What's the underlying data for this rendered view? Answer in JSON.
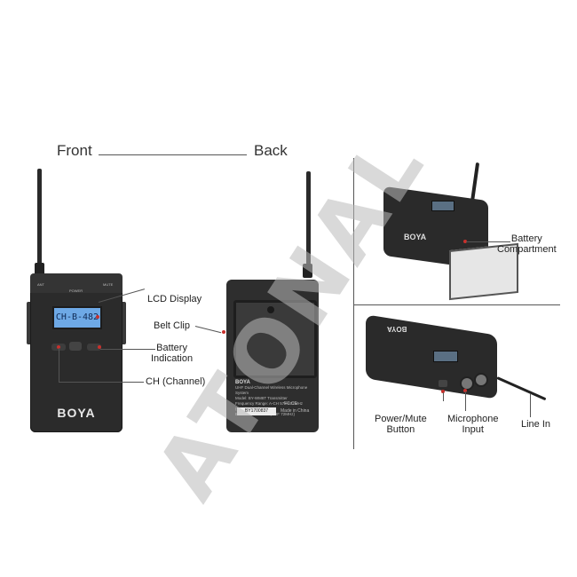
{
  "headers": {
    "front": "Front",
    "back": "Back"
  },
  "front_device": {
    "lcd_text": "CH-B-482",
    "brand": "BOYA",
    "tiny_labels": {
      "ant": "ANT",
      "power": "POWER",
      "mute": "MUTE"
    }
  },
  "back_device": {
    "brand": "BOYA",
    "label_lines": [
      "UHF Dual-Channel Wireless Microphone System",
      "Model: BY-WM8T Transmitter",
      "Frequency Range: A-CH 579-602MHz (UHF 40MHz)",
      "B-CH 568-620MHz (UHF 72MHz)"
    ],
    "serial": "BY1700837",
    "origin": "Made in China",
    "marks": "FC CE"
  },
  "callouts": {
    "lcd_display": "LCD Display",
    "belt_clip": "Belt Clip",
    "battery_indication": "Battery\nIndication",
    "ch_channel": "CH (Channel)",
    "battery_compartment": "Battery\nCompartment",
    "power_mute": "Power/Mute\nButton",
    "microphone_input": "Microphone\nInput",
    "line_in": "Line In"
  },
  "panel_brands": {
    "top": "BOYA",
    "bottom": "BOYA"
  },
  "watermark": "ATONAL",
  "colors": {
    "lcd": "#6ea9e6",
    "device": "#2b2b2b",
    "callout_dot": "#c9302c",
    "watermark": "#b9b9b9"
  }
}
